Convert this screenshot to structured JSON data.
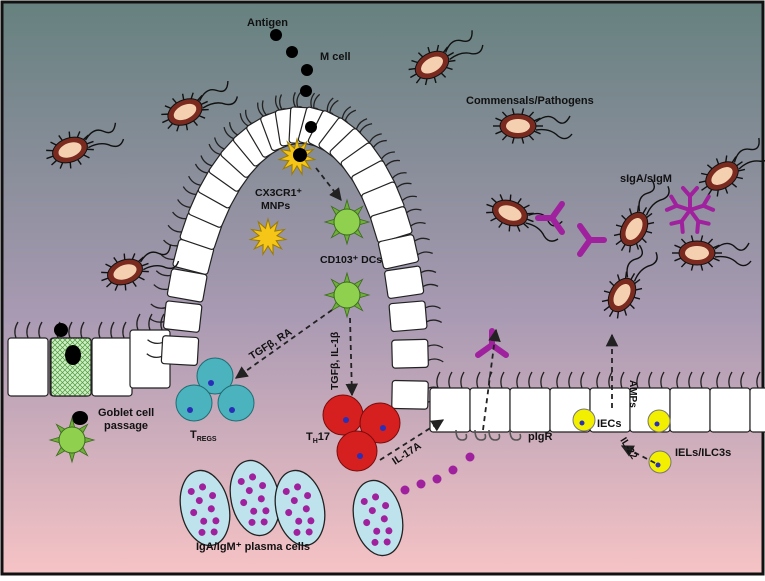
{
  "colors": {
    "bg_top": "#66817F",
    "bg_mid": "#A99AB3",
    "bg_bottom": "#F6C3C5",
    "frame": "#111111",
    "epithelium": "#FFFFFF",
    "bacterium_body": "#F5D0B0",
    "bacterium_ring": "#7A2A1E",
    "antibody": "#A0219D",
    "dendritic_cell": "#8FD14F",
    "dendritic_spike": "#6FAF3A",
    "cx3cr1_cell": "#F5C518",
    "treg_cell": "#4BB3BE",
    "th17_cell": "#D61F1F",
    "plasma_cell": "#BFE3EC",
    "granule": "#A0219D",
    "iel_cell": "#F2F000",
    "nucleus": "#2A2FB8",
    "goblet_fill": "#CFEFC7",
    "arrow": "#222222"
  },
  "labels": {
    "antigen": "Antigen",
    "m_cell": "M cell",
    "commensals": "Commensals/Pathogens",
    "siga": "sIgA/sIgM",
    "cx3cr1_line1": "CX3CR1⁺",
    "cx3cr1_line2": "MNPs",
    "cd103": "CD103⁺ DCs",
    "tgfb_ra": "TGFβ, RA",
    "tgfb_il1b": "TGFβ, IL-1β",
    "goblet_line1": "Goblet cell",
    "goblet_line2": "passage",
    "tregs_main": "T",
    "tregs_sub": "REGS",
    "th17_main": "T",
    "th17_sub": "H",
    "th17_tail": "17",
    "il17a": "IL-17A",
    "pigr": "pIgR",
    "iecs": "IECs",
    "amps": "AMPs",
    "il22": "IL-22",
    "iels": "IELs/ILC3s",
    "plasma": "IgA/IgM⁺ plasma cells"
  }
}
